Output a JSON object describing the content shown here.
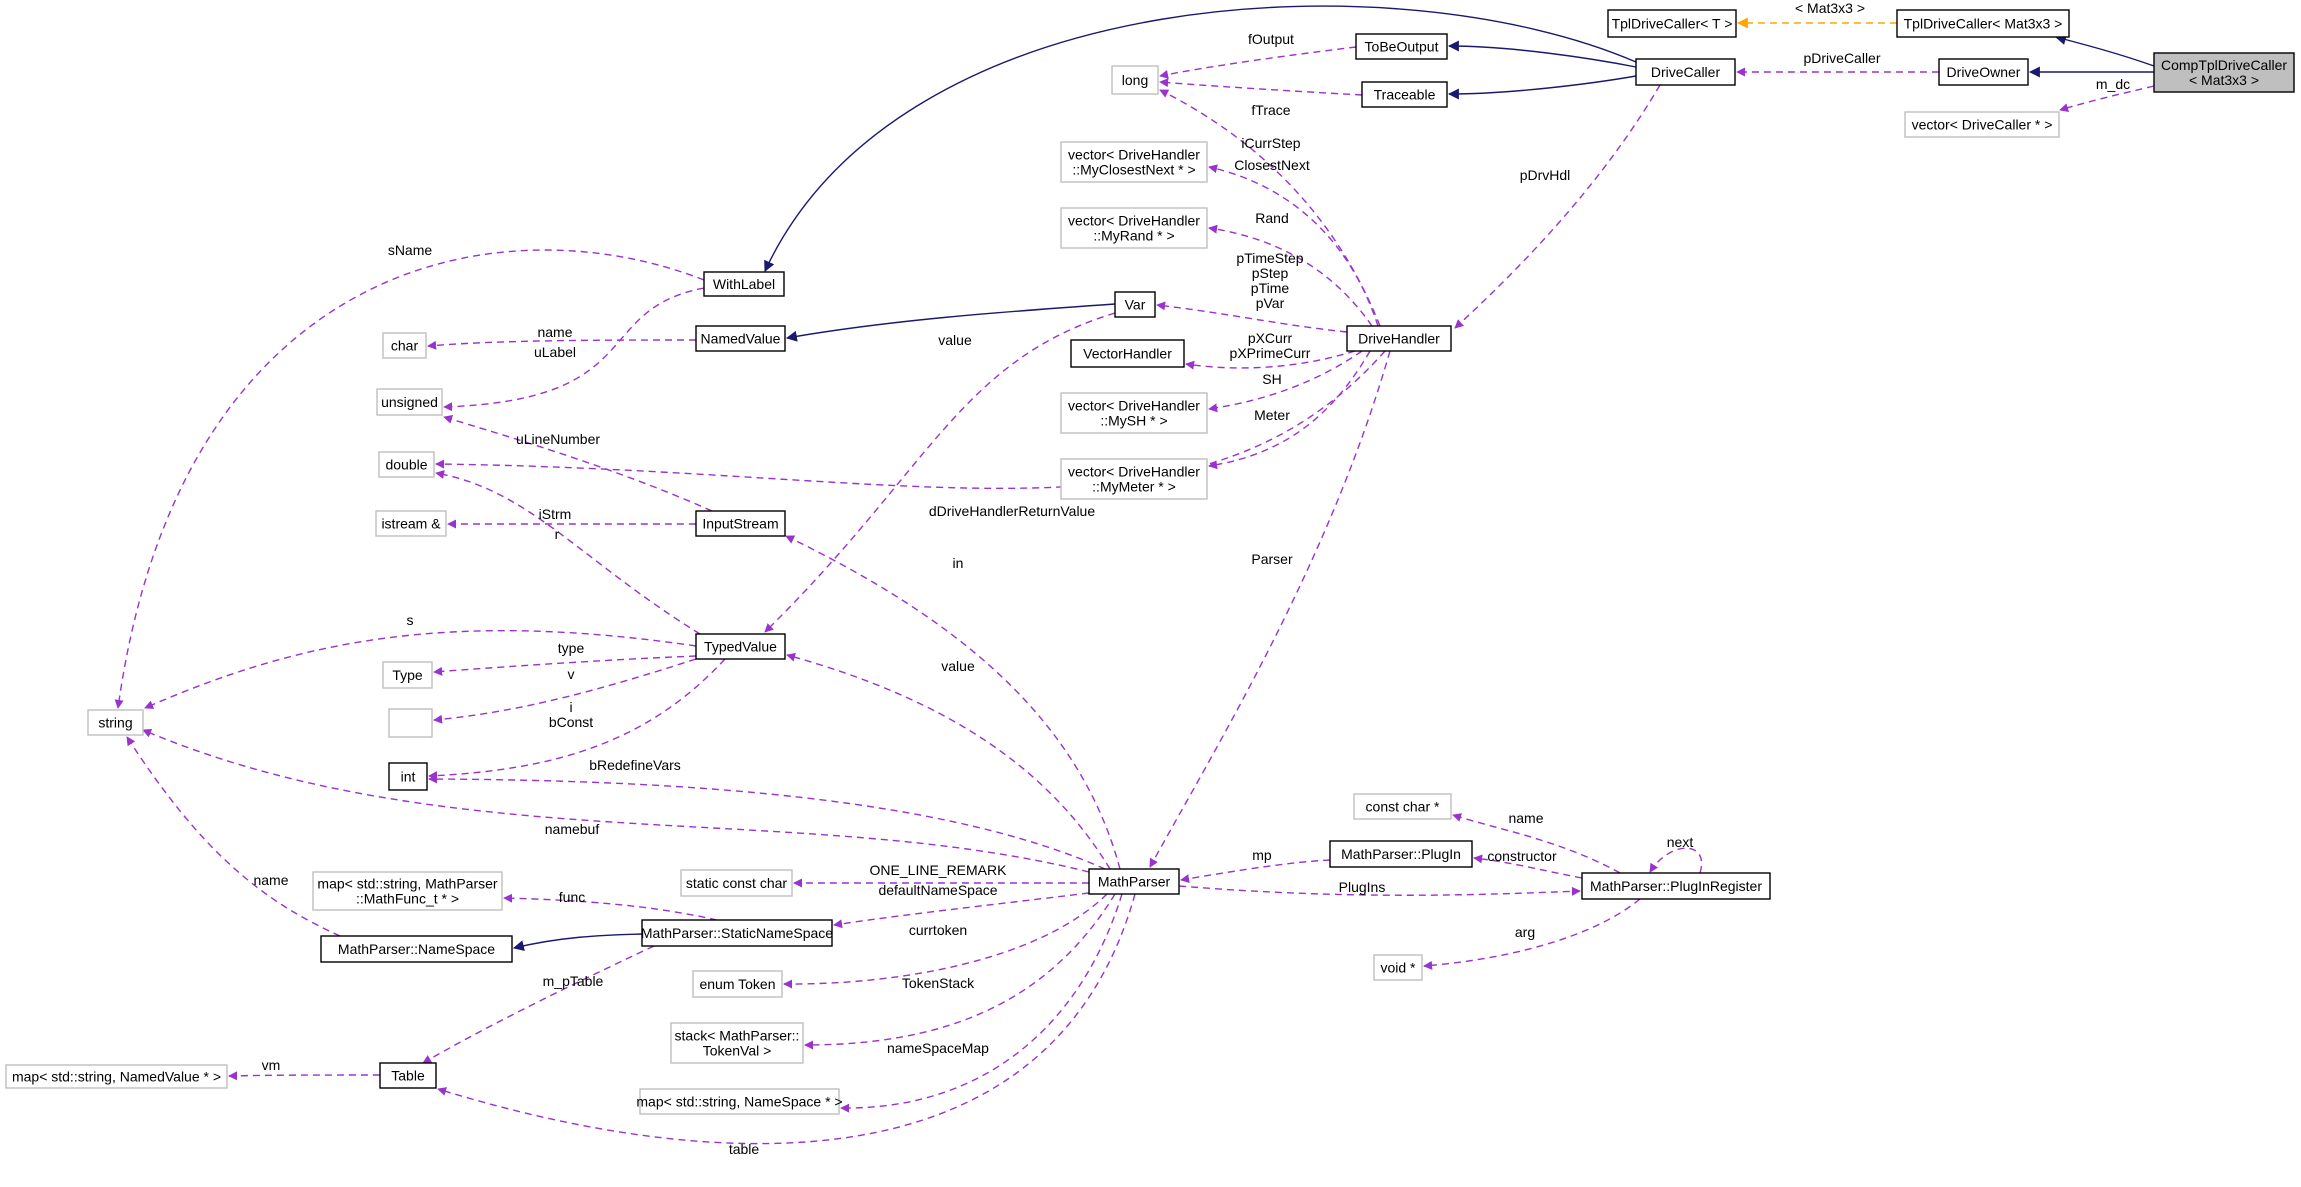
{
  "title": "CompTplDriveCaller< Mat3x3 > collaboration diagram",
  "colors": {
    "usage_edge": "#9a32cd",
    "inherit_edge": "#191970",
    "template_edge": "#ffa500",
    "focus_fill": "#bfbfbf",
    "external_border": "#bfbfbf",
    "class_border": "#000000"
  },
  "nodes": {
    "comp": {
      "lines": [
        "CompTplDriveCaller",
        "< Mat3x3 >"
      ],
      "kind": "focus"
    },
    "tplMat": {
      "lines": [
        "TplDriveCaller< Mat3x3 >"
      ],
      "kind": "class"
    },
    "tplT": {
      "lines": [
        "TplDriveCaller< T >"
      ],
      "kind": "class"
    },
    "driveOwner": {
      "lines": [
        "DriveOwner"
      ],
      "kind": "class"
    },
    "vecDriveCaller": {
      "lines": [
        "vector< DriveCaller * >"
      ],
      "kind": "external"
    },
    "driveCaller": {
      "lines": [
        "DriveCaller"
      ],
      "kind": "class"
    },
    "toBeOutput": {
      "lines": [
        "ToBeOutput"
      ],
      "kind": "class"
    },
    "traceable": {
      "lines": [
        "Traceable"
      ],
      "kind": "class"
    },
    "long": {
      "lines": [
        "long"
      ],
      "kind": "external"
    },
    "withLabel": {
      "lines": [
        "WithLabel"
      ],
      "kind": "class"
    },
    "namedValue": {
      "lines": [
        "NamedValue"
      ],
      "kind": "class"
    },
    "char": {
      "lines": [
        "char"
      ],
      "kind": "external"
    },
    "unsigned": {
      "lines": [
        "unsigned"
      ],
      "kind": "external"
    },
    "double": {
      "lines": [
        "double"
      ],
      "kind": "external"
    },
    "istream": {
      "lines": [
        "istream &"
      ],
      "kind": "external"
    },
    "inputStream": {
      "lines": [
        "InputStream"
      ],
      "kind": "class"
    },
    "var": {
      "lines": [
        "Var"
      ],
      "kind": "class"
    },
    "vectorHandler": {
      "lines": [
        "VectorHandler"
      ],
      "kind": "class"
    },
    "driveHandler": {
      "lines": [
        "DriveHandler"
      ],
      "kind": "class"
    },
    "vecClosest": {
      "lines": [
        "vector< DriveHandler",
        "::MyClosestNext * >"
      ],
      "kind": "external"
    },
    "vecRand": {
      "lines": [
        "vector< DriveHandler",
        "::MyRand * >"
      ],
      "kind": "external"
    },
    "vecSH": {
      "lines": [
        "vector< DriveHandler",
        "::MySH * >"
      ],
      "kind": "external"
    },
    "vecMeter": {
      "lines": [
        "vector< DriveHandler",
        "::MyMeter * >"
      ],
      "kind": "external"
    },
    "typedValue": {
      "lines": [
        "TypedValue"
      ],
      "kind": "class"
    },
    "type": {
      "lines": [
        "Type"
      ],
      "kind": "external"
    },
    "blank": {
      "lines": [
        ""
      ],
      "kind": "external"
    },
    "int": {
      "lines": [
        "int"
      ],
      "kind": "class"
    },
    "string": {
      "lines": [
        "string"
      ],
      "kind": "external"
    },
    "mathParser": {
      "lines": [
        "MathParser"
      ],
      "kind": "class"
    },
    "staticConstChar": {
      "lines": [
        "static const char"
      ],
      "kind": "external"
    },
    "staticNameSpace": {
      "lines": [
        "MathParser::StaticNameSpace"
      ],
      "kind": "class"
    },
    "enumToken": {
      "lines": [
        "enum Token"
      ],
      "kind": "external"
    },
    "stackTokenVal": {
      "lines": [
        "stack< MathParser::",
        "TokenVal >"
      ],
      "kind": "external"
    },
    "mapNameSpace": {
      "lines": [
        "map< std::string, NameSpace * >"
      ],
      "kind": "external"
    },
    "mapMathFunc": {
      "lines": [
        "map< std::string, MathParser",
        "::MathFunc_t * >"
      ],
      "kind": "external"
    },
    "nameSpace": {
      "lines": [
        "MathParser::NameSpace"
      ],
      "kind": "class"
    },
    "table": {
      "lines": [
        "Table"
      ],
      "kind": "class"
    },
    "mapNamedValue": {
      "lines": [
        "map< std::string, NamedValue * >"
      ],
      "kind": "external"
    },
    "constCharPtr": {
      "lines": [
        "const char *"
      ],
      "kind": "external"
    },
    "plugIn": {
      "lines": [
        "MathParser::PlugIn"
      ],
      "kind": "class"
    },
    "plugInRegister": {
      "lines": [
        "MathParser::PlugInRegister"
      ],
      "kind": "class"
    },
    "voidPtr": {
      "lines": [
        "void *"
      ],
      "kind": "external"
    }
  },
  "edges": [
    {
      "id": "e1",
      "type": "inherit",
      "from": "comp",
      "to": "tplMat",
      "label": []
    },
    {
      "id": "e2",
      "type": "template",
      "from": "tplMat",
      "to": "tplT",
      "label": [
        "< Mat3x3 >"
      ]
    },
    {
      "id": "e3",
      "type": "inherit",
      "from": "comp",
      "to": "driveOwner",
      "label": []
    },
    {
      "id": "e4",
      "type": "usage",
      "from": "comp",
      "to": "vecDriveCaller",
      "label": [
        "m_dc"
      ]
    },
    {
      "id": "e5",
      "type": "usage",
      "from": "driveOwner",
      "to": "driveCaller",
      "label": [
        "pDriveCaller"
      ]
    },
    {
      "id": "e6",
      "type": "inherit",
      "from": "driveCaller",
      "to": "toBeOutput",
      "label": []
    },
    {
      "id": "e7",
      "type": "inherit",
      "from": "driveCaller",
      "to": "traceable",
      "label": []
    },
    {
      "id": "e8",
      "type": "inherit",
      "from": "driveCaller",
      "to": "withLabel",
      "label": []
    },
    {
      "id": "e9",
      "type": "usage",
      "from": "toBeOutput",
      "to": "long",
      "label": [
        "fOutput"
      ]
    },
    {
      "id": "e10",
      "type": "usage",
      "from": "traceable",
      "to": "long",
      "label": [
        "fTrace"
      ]
    },
    {
      "id": "e11",
      "type": "usage",
      "from": "driveHandler",
      "to": "long",
      "label": [
        "iCurrStep"
      ]
    },
    {
      "id": "e12",
      "type": "usage",
      "from": "driveCaller",
      "to": "driveHandler",
      "label": [
        "pDrvHdl"
      ]
    },
    {
      "id": "e13",
      "type": "usage",
      "from": "driveHandler",
      "to": "vecClosest",
      "label": [
        "ClosestNext"
      ]
    },
    {
      "id": "e14",
      "type": "usage",
      "from": "driveHandler",
      "to": "vecRand",
      "label": [
        "Rand"
      ]
    },
    {
      "id": "e15",
      "type": "usage",
      "from": "driveHandler",
      "to": "var",
      "label": [
        "pTimeStep",
        "pStep",
        "pTime",
        "pVar"
      ]
    },
    {
      "id": "e16",
      "type": "usage",
      "from": "driveHandler",
      "to": "vectorHandler",
      "label": [
        "pXCurr",
        "pXPrimeCurr"
      ]
    },
    {
      "id": "e17",
      "type": "usage",
      "from": "driveHandler",
      "to": "vecSH",
      "label": [
        "SH"
      ]
    },
    {
      "id": "e18",
      "type": "usage",
      "from": "driveHandler",
      "to": "vecMeter",
      "label": [
        "Meter"
      ]
    },
    {
      "id": "e19",
      "type": "usage",
      "from": "driveHandler",
      "to": "double",
      "label": [
        "dDriveHandlerReturnValue"
      ]
    },
    {
      "id": "e20",
      "type": "usage",
      "from": "driveHandler",
      "to": "mathParser",
      "label": [
        "Parser"
      ]
    },
    {
      "id": "e21",
      "type": "inherit",
      "from": "var",
      "to": "namedValue",
      "label": []
    },
    {
      "id": "e22",
      "type": "usage",
      "from": "var",
      "to": "typedValue",
      "label": [
        "value"
      ]
    },
    {
      "id": "e23",
      "type": "usage",
      "from": "withLabel",
      "to": "string",
      "label": [
        "sName"
      ]
    },
    {
      "id": "e24",
      "type": "usage",
      "from": "withLabel",
      "to": "unsigned",
      "label": [
        "uLabel"
      ]
    },
    {
      "id": "e25",
      "type": "usage",
      "from": "namedValue",
      "to": "char",
      "label": [
        "name"
      ]
    },
    {
      "id": "e26",
      "type": "usage",
      "from": "inputStream",
      "to": "unsigned",
      "label": [
        "uLineNumber"
      ]
    },
    {
      "id": "e27",
      "type": "usage",
      "from": "inputStream",
      "to": "istream",
      "label": [
        "iStrm"
      ]
    },
    {
      "id": "e28",
      "type": "usage",
      "from": "typedValue",
      "to": "double",
      "label": [
        "r"
      ]
    },
    {
      "id": "e29",
      "type": "usage",
      "from": "typedValue",
      "to": "string",
      "label": [
        "s"
      ]
    },
    {
      "id": "e30",
      "type": "usage",
      "from": "typedValue",
      "to": "type",
      "label": [
        "type"
      ]
    },
    {
      "id": "e31",
      "type": "usage",
      "from": "typedValue",
      "to": "blank",
      "label": [
        "v"
      ]
    },
    {
      "id": "e32",
      "type": "usage",
      "from": "typedValue",
      "to": "int",
      "label": [
        "i",
        "bConst"
      ]
    },
    {
      "id": "e33",
      "type": "usage",
      "from": "mathParser",
      "to": "inputStream",
      "label": [
        "in"
      ]
    },
    {
      "id": "e34",
      "type": "usage",
      "from": "mathParser",
      "to": "typedValue",
      "label": [
        "value"
      ]
    },
    {
      "id": "e35",
      "type": "usage",
      "from": "mathParser",
      "to": "int",
      "label": [
        "bRedefineVars"
      ]
    },
    {
      "id": "e36",
      "type": "usage",
      "from": "mathParser",
      "to": "string",
      "label": [
        "namebuf"
      ]
    },
    {
      "id": "e37",
      "type": "usage",
      "from": "mathParser",
      "to": "staticConstChar",
      "label": [
        "ONE_LINE_REMARK"
      ]
    },
    {
      "id": "e38",
      "type": "usage",
      "from": "mathParser",
      "to": "staticNameSpace",
      "label": [
        "defaultNameSpace"
      ]
    },
    {
      "id": "e39",
      "type": "usage",
      "from": "mathParser",
      "to": "enumToken",
      "label": [
        "currtoken"
      ]
    },
    {
      "id": "e40",
      "type": "usage",
      "from": "mathParser",
      "to": "stackTokenVal",
      "label": [
        "TokenStack"
      ]
    },
    {
      "id": "e41",
      "type": "usage",
      "from": "mathParser",
      "to": "mapNameSpace",
      "label": [
        "nameSpaceMap"
      ]
    },
    {
      "id": "e42",
      "type": "usage",
      "from": "mathParser",
      "to": "table",
      "label": [
        "table"
      ]
    },
    {
      "id": "e43",
      "type": "usage",
      "from": "mathParser",
      "to": "plugInRegister",
      "label": [
        "PlugIns"
      ]
    },
    {
      "id": "e44",
      "type": "usage",
      "from": "plugIn",
      "to": "mathParser",
      "label": [
        "mp"
      ]
    },
    {
      "id": "e45",
      "type": "usage",
      "from": "plugInRegister",
      "to": "plugIn",
      "label": [
        "constructor"
      ]
    },
    {
      "id": "e46",
      "type": "usage",
      "from": "plugInRegister",
      "to": "constCharPtr",
      "label": [
        "name"
      ]
    },
    {
      "id": "e47",
      "type": "usage",
      "from": "plugInRegister",
      "to": "plugInRegister",
      "label": [
        "next"
      ]
    },
    {
      "id": "e48",
      "type": "usage",
      "from": "plugInRegister",
      "to": "voidPtr",
      "label": [
        "arg"
      ]
    },
    {
      "id": "e49",
      "type": "usage",
      "from": "staticNameSpace",
      "to": "mapMathFunc",
      "label": [
        "func"
      ]
    },
    {
      "id": "e50",
      "type": "inherit",
      "from": "staticNameSpace",
      "to": "nameSpace",
      "label": []
    },
    {
      "id": "e51",
      "type": "usage",
      "from": "staticNameSpace",
      "to": "table",
      "label": [
        "m_pTable"
      ]
    },
    {
      "id": "e52",
      "type": "usage",
      "from": "nameSpace",
      "to": "string",
      "label": [
        "name"
      ]
    },
    {
      "id": "e53",
      "type": "usage",
      "from": "table",
      "to": "mapNamedValue",
      "label": [
        "vm"
      ]
    }
  ]
}
